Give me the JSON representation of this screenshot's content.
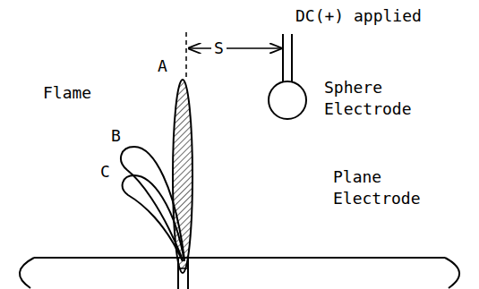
{
  "diagram": {
    "labels": [
      "DC(+) applied",
      "S",
      "Sphere Electrode",
      "Flame",
      "A",
      "B",
      "C",
      "Plane Electrode"
    ]
  }
}
